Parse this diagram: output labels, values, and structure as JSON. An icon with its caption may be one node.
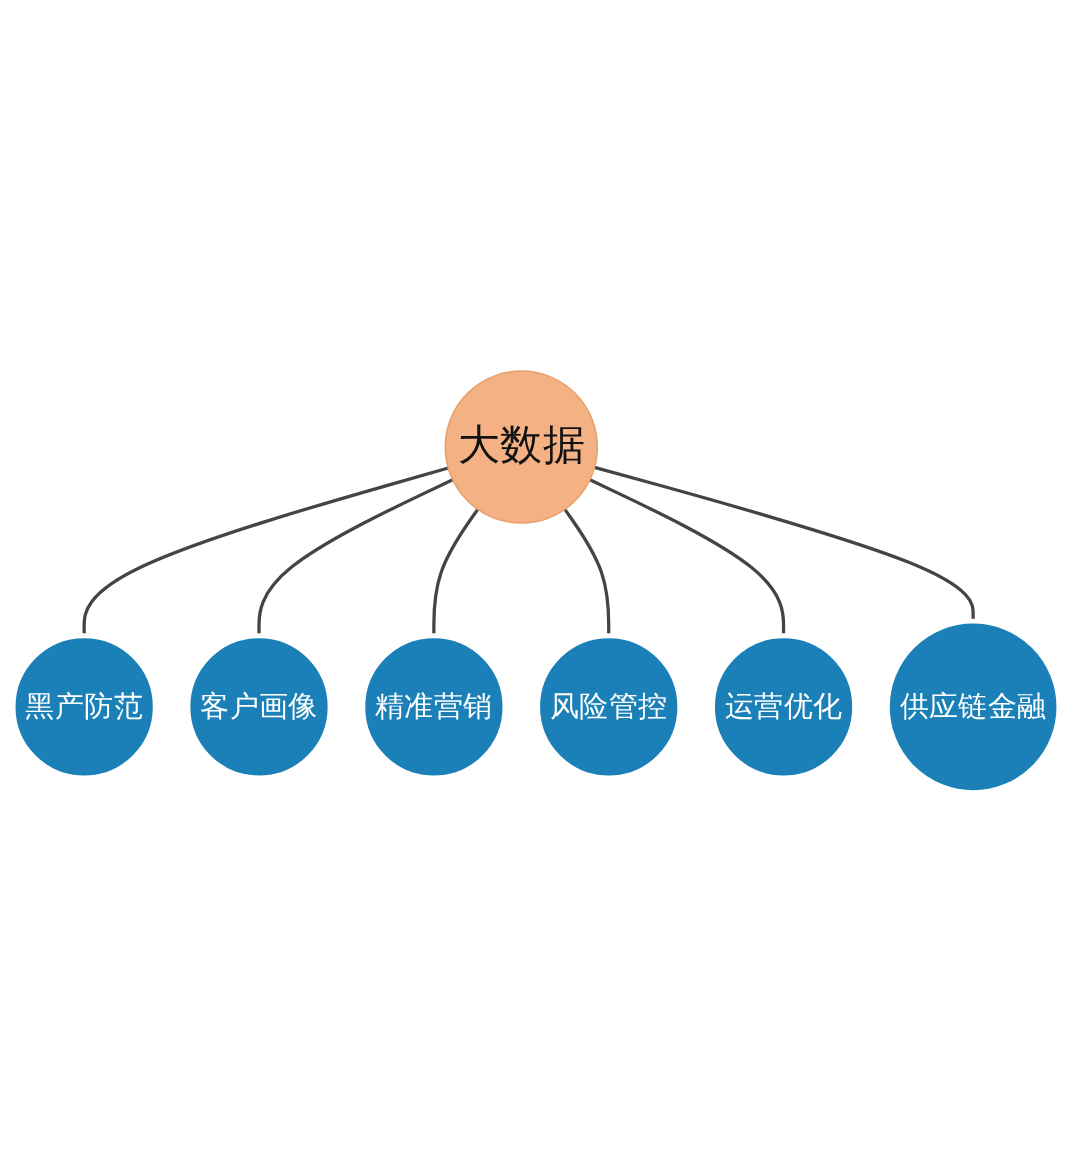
{
  "diagram": {
    "nodes": [
      {
        "text": [
          "大数据"
        ]
      },
      {
        "text": [
          "黑产防范"
        ]
      },
      {
        "text": [
          "客户画像"
        ]
      },
      {
        "text": [
          "精准营销"
        ]
      },
      {
        "text": [
          "风险管控"
        ]
      },
      {
        "text": [
          "运营优化"
        ]
      },
      {
        "text": [
          "供应链金融"
        ]
      }
    ],
    "edges": [
      {
        "from": 0,
        "to": 1,
        "arrow": "none"
      },
      {
        "from": 0,
        "to": 2,
        "arrow": "none"
      },
      {
        "from": 0,
        "to": 3,
        "arrow": "none"
      },
      {
        "from": 0,
        "to": 4,
        "arrow": "none"
      },
      {
        "from": 0,
        "to": 5,
        "arrow": "none"
      },
      {
        "from": 0,
        "to": 6,
        "arrow": "none"
      }
    ]
  }
}
